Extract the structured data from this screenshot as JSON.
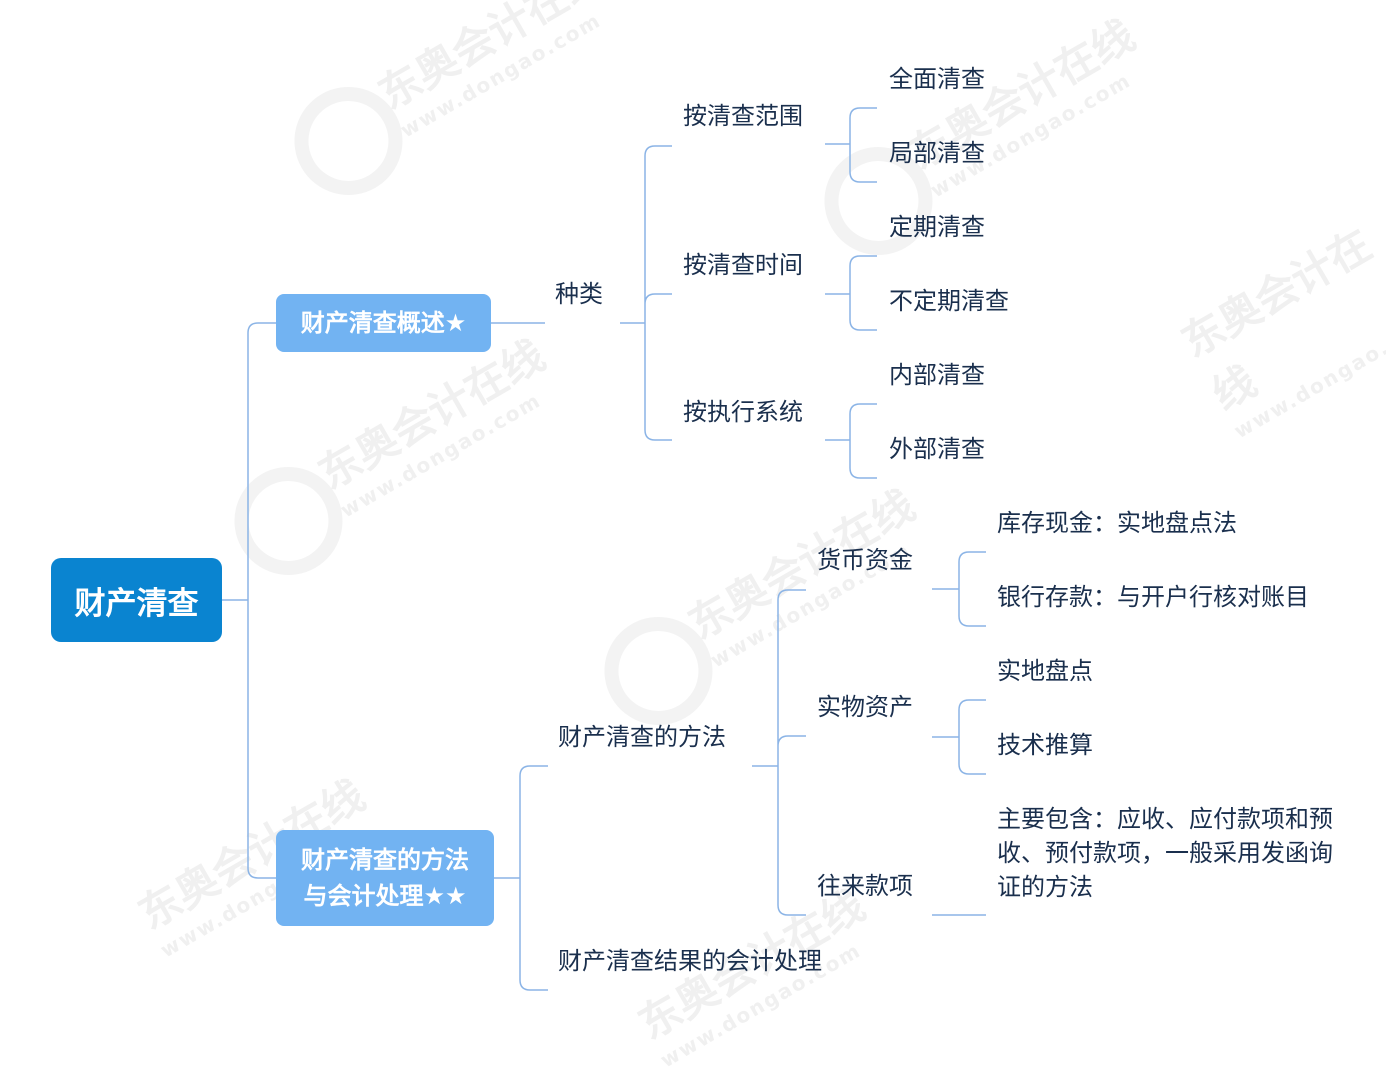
{
  "watermark": {
    "brand": "东奥会计在线",
    "domain": "www.dongao.com"
  },
  "root": {
    "label": "财产清查"
  },
  "branch1": {
    "label": "财产清查概述★",
    "category": {
      "label": "种类",
      "groups": [
        {
          "label": "按清查范围",
          "items": [
            "全面清查",
            "局部清查"
          ]
        },
        {
          "label": "按清查时间",
          "items": [
            "定期清查",
            "不定期清查"
          ]
        },
        {
          "label": "按执行系统",
          "items": [
            "内部清查",
            "外部清查"
          ]
        }
      ]
    }
  },
  "branch2": {
    "label_line1": "财产清查的方法",
    "label_line2": "与会计处理★★",
    "methods": {
      "label": "财产清查的方法",
      "groups": [
        {
          "label": "货币资金",
          "items": [
            "库存现金：实地盘点法",
            "银行存款：与开户行核对账目"
          ]
        },
        {
          "label": "实物资产",
          "items": [
            "实地盘点",
            "技术推算"
          ]
        },
        {
          "label": "往来款项",
          "items": [
            "主要包含：应收、应付款项和预收、预付款项，一般采用发函询证的方法"
          ]
        }
      ]
    },
    "results": {
      "label": "财产清查结果的会计处理"
    }
  },
  "colors": {
    "root": "#0a84d0",
    "branch": "#72b3f2",
    "line": "#8bb4e6",
    "text": "#1a2f4d"
  }
}
